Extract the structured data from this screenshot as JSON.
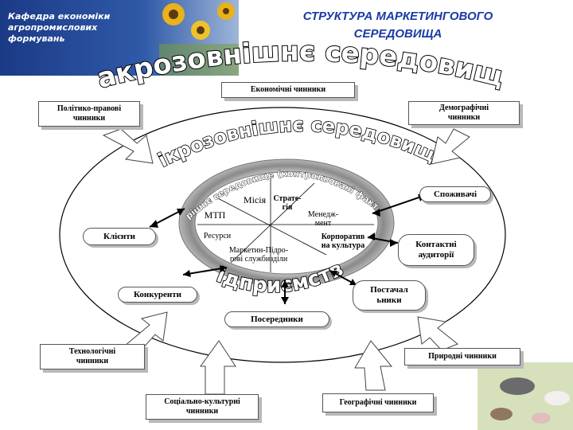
{
  "header": {
    "lines": [
      "Кафедра економіки",
      "агропромислових",
      "формувань"
    ]
  },
  "title": {
    "line1": "СТРУКТУРА МАРКЕТИНГОВОГО",
    "line2": "СЕРЕДОВИЩА"
  },
  "arcs": {
    "macro": "Макрозовнішнє середовище",
    "micro": "Мікрозовнішнє середовище",
    "internal": "Внутрішнє середовище (контрольовані фактори)",
    "enterprise": "Підприємство"
  },
  "macro_factors": {
    "economic": "Економічні чинники",
    "political": [
      "Політико-правові",
      "чинники"
    ],
    "demographic": [
      "Демографічні",
      "чинники"
    ],
    "technological": [
      "Технологічні",
      "чинники"
    ],
    "natural": "Природні чинники",
    "sociocultural": [
      "Соціально-культурні",
      "чинники"
    ],
    "geographic": "Географічні чинники"
  },
  "micro_actors": {
    "consumers": "Споживачі",
    "audiences": [
      "Контактні",
      "аудиторії"
    ],
    "clients": "Клієнти",
    "competitors": "Конкуренти",
    "suppliers": [
      "Постачал",
      "ьники"
    ],
    "intermediaries": "Посередники"
  },
  "internal_factors": {
    "mission": "Місія",
    "strategy": [
      "Страте-",
      "гія"
    ],
    "mtp": "МТП",
    "management": [
      "Менедж-",
      "мент"
    ],
    "resources": "Ресурси",
    "culture": [
      "Корпоратив",
      "на культура"
    ],
    "marketing": [
      "Маркетин-Підро-",
      "гові службизділи"
    ]
  },
  "colors": {
    "title": "#1a3aa6",
    "banner": "#1f3f8a",
    "ring": "#8a8a8a",
    "arrow_fill": "#ffffff",
    "line": "#000000"
  }
}
